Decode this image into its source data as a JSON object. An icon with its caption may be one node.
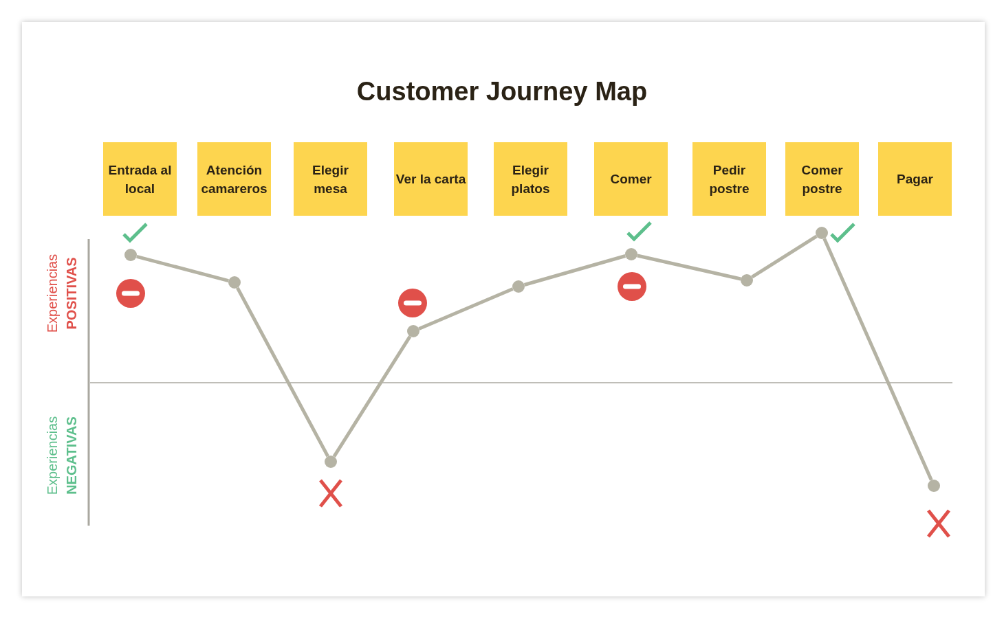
{
  "diagram": {
    "title": "Customer Journey Map",
    "nodes": [
      {
        "text": [
          "Entrada al local"
        ]
      },
      {
        "text": [
          "Atención camareros"
        ]
      },
      {
        "text": [
          "Elegir mesa"
        ]
      },
      {
        "text": [
          "Ver la carta"
        ]
      },
      {
        "text": [
          "Elegir platos"
        ]
      },
      {
        "text": [
          "Comer"
        ]
      },
      {
        "text": [
          "Pedir postre"
        ]
      },
      {
        "text": [
          "Comer postre"
        ]
      },
      {
        "text": [
          "Pagar"
        ]
      },
      {
        "text": [],
        "shape": "circle"
      },
      {
        "text": [],
        "shape": "circle"
      },
      {
        "text": [],
        "shape": "circle"
      },
      {
        "text": [],
        "shape": "circle"
      },
      {
        "text": [],
        "shape": "circle"
      },
      {
        "text": [],
        "shape": "circle"
      },
      {
        "text": [],
        "shape": "circle"
      },
      {
        "text": [],
        "shape": "circle"
      },
      {
        "text": [],
        "shape": "circle"
      }
    ],
    "edges": [
      {
        "from": 9,
        "to": 10,
        "arrow": "none"
      },
      {
        "from": 10,
        "to": 11,
        "arrow": "none"
      },
      {
        "from": 11,
        "to": 12,
        "arrow": "none"
      },
      {
        "from": 12,
        "to": 13,
        "arrow": "none"
      },
      {
        "from": 13,
        "to": 14,
        "arrow": "none"
      },
      {
        "from": 14,
        "to": 15,
        "arrow": "none"
      },
      {
        "from": 15,
        "to": 16,
        "arrow": "none"
      },
      {
        "from": 16,
        "to": 17,
        "arrow": "none"
      }
    ],
    "labels": [
      "Experiencias",
      "POSITIVAS",
      "Experiencias",
      "NEGATIVAS"
    ]
  }
}
